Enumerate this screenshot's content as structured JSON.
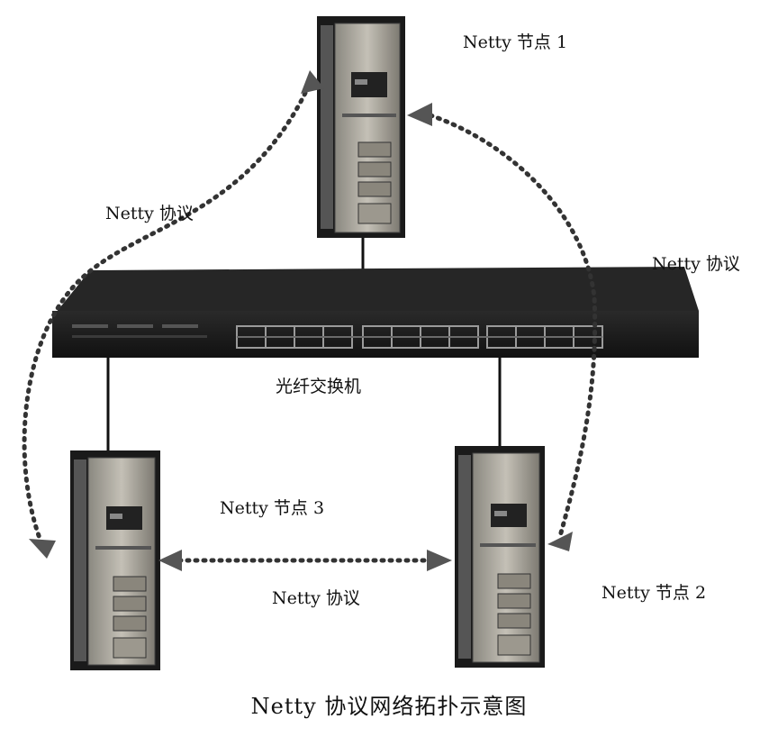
{
  "nodes": [
    {
      "label": "Netty 节点 1"
    },
    {
      "label": "Netty 节点 2"
    },
    {
      "label": "Netty 节点 3"
    }
  ],
  "switch": {
    "label": "光纤交换机"
  },
  "protocol_labels": [
    "Netty 协议",
    "Netty 协议",
    "Netty 协议"
  ],
  "caption": "Netty 协议网络拓扑示意图",
  "colors": {
    "server_body": "#7a7a74",
    "server_front": "#b0aca2",
    "switch_body": "#1c1c1c",
    "dotted_link": "#333333",
    "arrow_head": "#555555"
  }
}
